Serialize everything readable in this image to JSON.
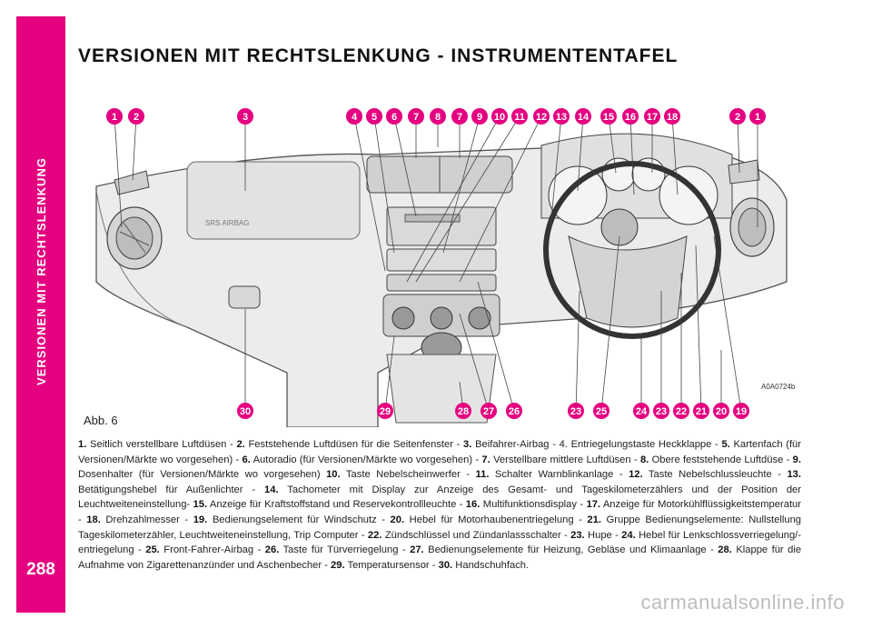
{
  "side_title": "VERSIONEN MIT RECHTSLENKUNG",
  "page_number": "288",
  "heading": "VERSIONEN MIT RECHTSLENKUNG - INSTRUMENTENTAFEL",
  "figure": {
    "airbag_text": "SRS AIRBAG",
    "code": "A0A0724b",
    "label": "Abb. 6",
    "callouts_top": [
      "1",
      "2",
      "3",
      "4",
      "5",
      "6",
      "7",
      "8",
      "7",
      "9",
      "10",
      "11",
      "12",
      "13",
      "14",
      "15",
      "16",
      "17",
      "18",
      "2",
      "1"
    ],
    "callouts_bottom": [
      "30",
      "29",
      "28",
      "27",
      "26",
      "23",
      "25",
      "24",
      "23",
      "22",
      "21",
      "20",
      "19"
    ]
  },
  "caption": [
    {
      "n": "1.",
      "t": "Seitlich verstellbare Luftdüsen - "
    },
    {
      "n": "2.",
      "t": "Feststehende Luftdüsen für die Seitenfenster - "
    },
    {
      "n": "3.",
      "t": "Beifahrer-Airbag - 4. Entriegelungstaste Heckklappe - "
    },
    {
      "n": "5.",
      "t": "Kartenfach (für Versionen/Märkte wo vorgesehen) - "
    },
    {
      "n": "6.",
      "t": "Autoradio (für Versionen/Märkte wo vorgesehen) - "
    },
    {
      "n": "7.",
      "t": "Verstellbare mittlere Luftdüsen - "
    },
    {
      "n": "8.",
      "t": "Obere feststehende Luftdüse - "
    },
    {
      "n": "9.",
      "t": "Dosenhalter (für Versionen/Märkte wo vorgesehen) "
    },
    {
      "n": "10.",
      "t": "Taste Nebelscheinwerfer - "
    },
    {
      "n": "11.",
      "t": "Schalter Warnblinkanlage - "
    },
    {
      "n": "12.",
      "t": "Taste Nebelschlussleuchte - "
    },
    {
      "n": "13.",
      "t": "Betätigungshebel für Außenlichter - "
    },
    {
      "n": "14.",
      "t": "Tachometer mit Display zur Anzeige des Gesamt- und Tageskilometerzählers und der Position der Leuchtweiteneinstellung- "
    },
    {
      "n": "15.",
      "t": "Anzeige für Kraftstoffstand und Reservekontrollleuchte - "
    },
    {
      "n": "16.",
      "t": "Multifunktionsdisplay - "
    },
    {
      "n": "17.",
      "t": "Anzeige für Motorkühlflüssigkeitstemperatur - "
    },
    {
      "n": "18.",
      "t": "Drehzahlmesser - "
    },
    {
      "n": "19.",
      "t": "Bedienungselement für Windschutz - "
    },
    {
      "n": "20.",
      "t": "Hebel für Motorhaubenentriegelung - "
    },
    {
      "n": "21.",
      "t": "Gruppe Bedienungselemente: Nullstellung Tageskilometerzähler, Leuchtweiteneinstellung, Trip Computer - "
    },
    {
      "n": "22.",
      "t": "Zündschlüssel und Zündanlassschalter - "
    },
    {
      "n": "23.",
      "t": "Hupe - "
    },
    {
      "n": "24.",
      "t": "Hebel für Lenkschlossverriegelung/-entriegelung - "
    },
    {
      "n": "25.",
      "t": "Front-Fahrer-Airbag - "
    },
    {
      "n": "26.",
      "t": "Taste für Türverriegelung - "
    },
    {
      "n": "27.",
      "t": "Bedienungselemente für Heizung, Gebläse und Klimaanlage - "
    },
    {
      "n": "28.",
      "t": "Klappe für die Aufnahme von Zigarettenanzünder und Aschenbecher - "
    },
    {
      "n": "29.",
      "t": "Temperatursensor - "
    },
    {
      "n": "30.",
      "t": "Handschuhfach."
    }
  ],
  "watermark": "carmanualsonline.info",
  "colors": {
    "accent": "#e4007f"
  }
}
